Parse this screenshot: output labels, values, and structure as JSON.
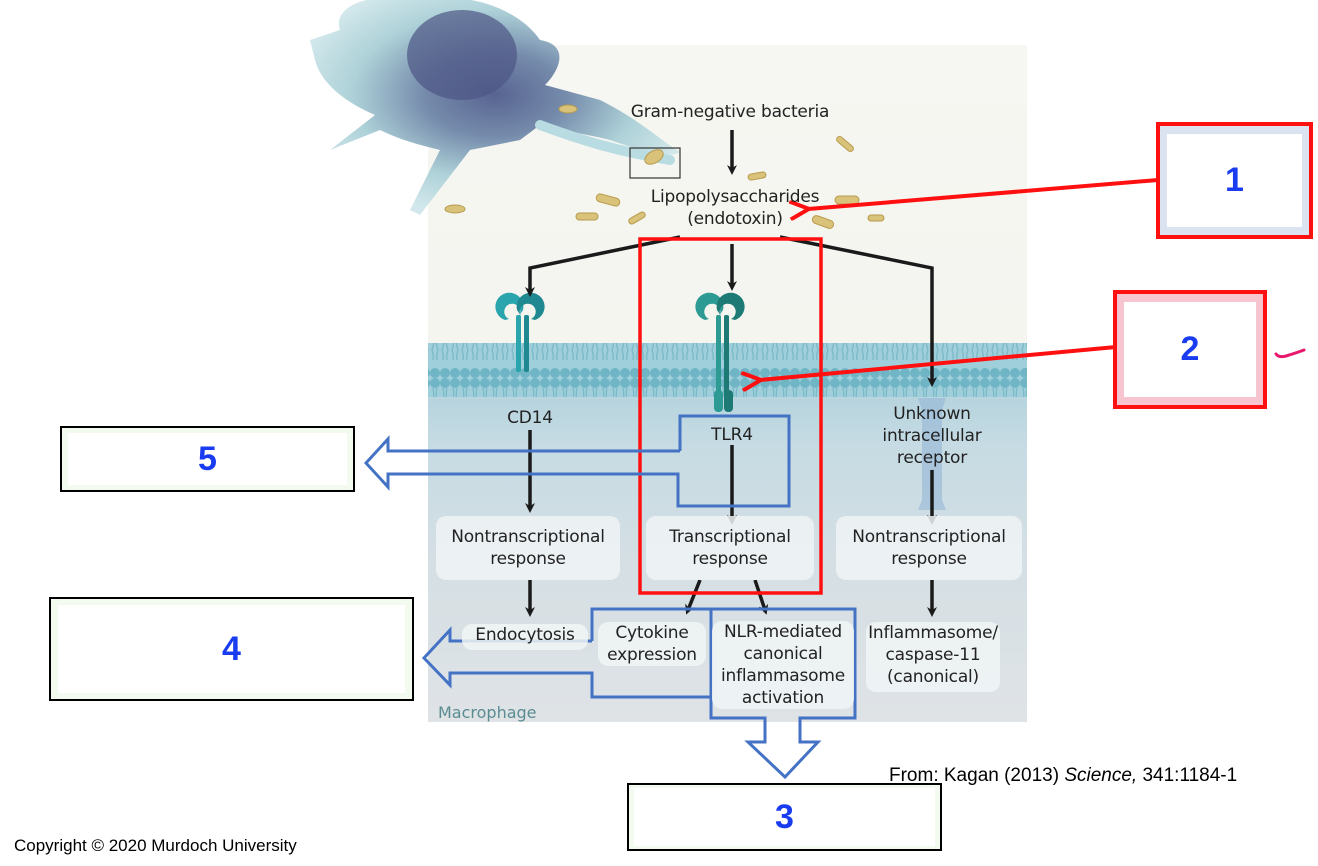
{
  "figure": {
    "top_label": "Gram-negative bacteria",
    "lps_line1": "Lipopolysaccharides",
    "lps_line2": "(endotoxin)",
    "receptor_cd14": "CD14",
    "receptor_tlr4": "TLR4",
    "receptor_unknown": [
      "Unknown",
      "intracellular",
      "receptor"
    ],
    "responses": {
      "left": [
        "Nontranscriptional",
        "response"
      ],
      "middle": [
        "Transcriptional",
        "response"
      ],
      "right": [
        "Nontranscriptional",
        "response"
      ]
    },
    "outcomes": {
      "endocytosis": "Endocytosis",
      "cytokine": [
        "Cytokine",
        "expression"
      ],
      "nlr": [
        "NLR-mediated",
        "canonical",
        "inflammasome",
        "activation"
      ],
      "inflammasome": [
        "Inflammasome/",
        "caspase-11",
        "(canonical)"
      ]
    },
    "cell_label": "Macrophage"
  },
  "answer_boxes": [
    {
      "id": "1",
      "label": "1"
    },
    {
      "id": "2",
      "label": "2"
    },
    {
      "id": "3",
      "label": "3"
    },
    {
      "id": "4",
      "label": "4"
    },
    {
      "id": "5",
      "label": "5"
    }
  ],
  "annotation_colors": {
    "red": "#ff1010",
    "blue": "#4472c4",
    "number_blue": "#1a3cf0",
    "pink": "#e8186c"
  },
  "citation": {
    "prefix": "From: Kagan (2013) ",
    "journal": "Science,",
    "suffix": " 341:1184-1"
  },
  "copyright": "Copyright  © 2020 Murdoch University"
}
